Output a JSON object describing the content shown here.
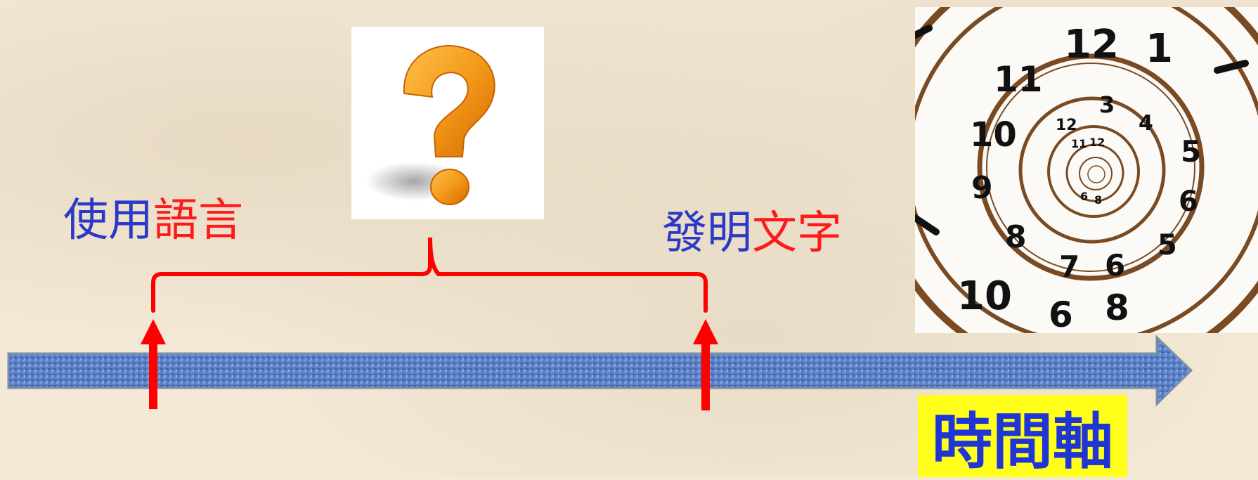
{
  "event_language": {
    "part1": "使用",
    "part2": "語言"
  },
  "event_writing": {
    "part1": "發明",
    "part2": "文字"
  },
  "axis_label": "時間軸",
  "clock_numbers": [
    "12",
    "1",
    "11",
    "10",
    "9",
    "8",
    "7",
    "6",
    "5",
    "3",
    "4"
  ],
  "colors": {
    "blue_text": "#2b39c8",
    "red_text": "#ff1a1a",
    "arrow_red": "#ff0000",
    "axis_fill": "#5b7fc4",
    "label_bg": "#ffff1a",
    "question_orange": "#f39a1a"
  },
  "icons": [
    "question-mark-icon",
    "spiral-clock-icon",
    "up-arrow-icon",
    "timeline-arrow-icon",
    "curly-brace-icon"
  ]
}
